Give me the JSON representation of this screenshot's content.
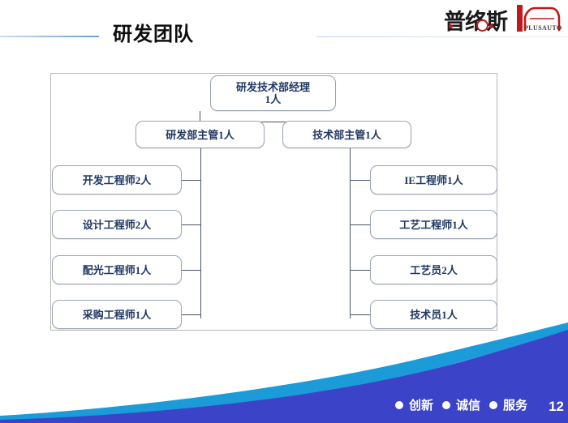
{
  "header": {
    "title": "研发团队",
    "logo": {
      "cn_text": "普络斯",
      "en_text": "PLUSAUTO",
      "brand_red": "#C0191C",
      "brand_black": "#1A1A1A"
    }
  },
  "org_chart": {
    "root": {
      "label": "研发技术部经理\n1人"
    },
    "supervisors": [
      {
        "label": "研发部主管1人"
      },
      {
        "label": "技术部主管1人"
      }
    ],
    "left_column": [
      {
        "label": "开发工程师2人"
      },
      {
        "label": "设计工程师2人"
      },
      {
        "label": "配光工程师1人"
      },
      {
        "label": "采购工程师1人"
      }
    ],
    "right_column": [
      {
        "label": "IE工程师1人"
      },
      {
        "label": "工艺工程师1人"
      },
      {
        "label": "工艺员2人"
      },
      {
        "label": "技术员1人"
      }
    ],
    "node_text_color": "#1F3864",
    "node_border_color": "#9AA4B4"
  },
  "footer": {
    "tags": [
      "创新",
      "诚信",
      "服务"
    ],
    "page_number": "12",
    "wave_cyan": "#1B9BD8",
    "wave_blue": "#3B44C8"
  }
}
